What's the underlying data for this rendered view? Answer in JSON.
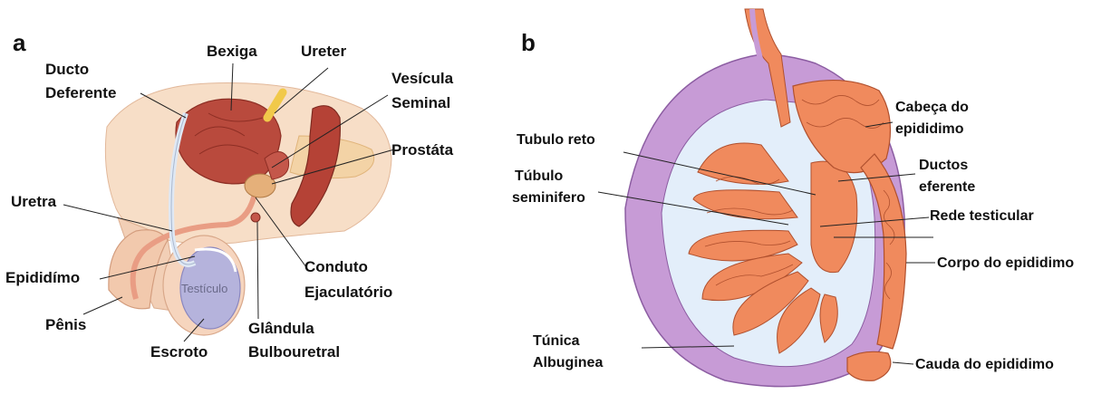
{
  "panel_a": {
    "letter": "a",
    "labels": {
      "ducto_deferente_1": "Ducto",
      "ducto_deferente_2": "Deferente",
      "bexiga": "Bexiga",
      "ureter": "Ureter",
      "vesicula_1": "Vesícula",
      "vesicula_2": "Seminal",
      "prostata": "Prostáta",
      "uretra": "Uretra",
      "epididimo": "Epididímo",
      "penis": "Pênis",
      "escroto": "Escroto",
      "conduto_1": "Conduto",
      "conduto_2": "Ejaculatório",
      "glandula_1": "Glândula",
      "glandula_2": "Bulbouretral",
      "testiculo": "Testículo"
    }
  },
  "panel_b": {
    "letter": "b",
    "labels": {
      "tubulo_reto": "Tubulo reto",
      "tubulo_sem_1": "Túbulo",
      "tubulo_sem_2": "seminifero",
      "tunica_1": "Túnica",
      "tunica_2": "Albuginea",
      "cabeca_1": "Cabeça do",
      "cabeca_2": "epididimo",
      "ductos_1": "Ductos",
      "ductos_2": "eferente",
      "rede": "Rede testicular",
      "corpo": "Corpo do epididimo",
      "cauda": "Cauda do epididimo"
    }
  },
  "colors": {
    "skin": "#f6dcc4",
    "tissue": "#c9584a",
    "tubule": "#f08a5d",
    "purple": "#c79bd6",
    "light_blue": "#e3eefa"
  }
}
